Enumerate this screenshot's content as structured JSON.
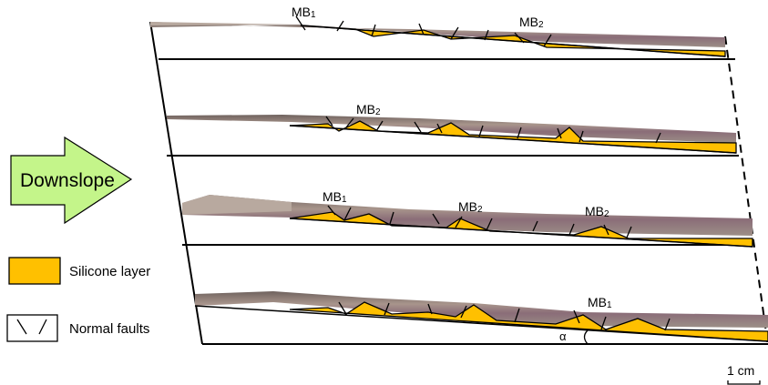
{
  "arrow": {
    "label": "Downslope"
  },
  "legend": {
    "silicone": {
      "label": "Silicone layer",
      "color": "#FFC000"
    },
    "faults": {
      "label": "Normal faults"
    }
  },
  "scale_bar": {
    "label": "1 cm"
  },
  "angle_label": "α",
  "panels": [
    {
      "labels": [
        "MB1",
        "MB2"
      ]
    },
    {
      "labels": [
        "MB2"
      ]
    },
    {
      "labels": [
        "MB1",
        "MB2",
        "MB2"
      ]
    },
    {
      "labels": [
        "MB1"
      ]
    }
  ],
  "colors": {
    "silicone": "#FFC000",
    "sand": "#8E7F78",
    "sand_light": "#B7AAA2",
    "arrow_fill": "#C4F58A",
    "frame": "#000000"
  }
}
